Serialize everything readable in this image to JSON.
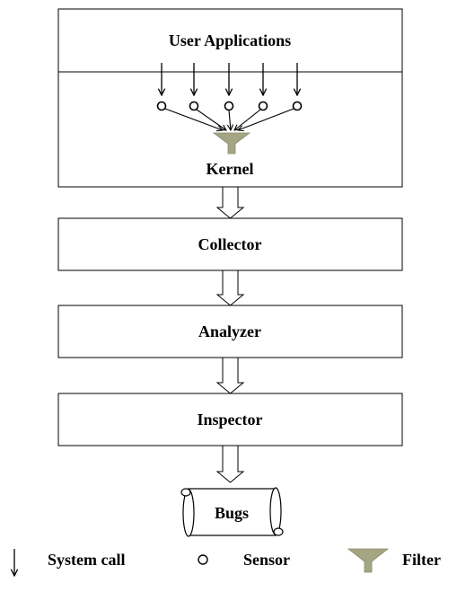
{
  "diagram": {
    "user_apps_label": "User Applications",
    "kernel_label": "Kernel",
    "collector_label": "Collector",
    "analyzer_label": "Analyzer",
    "inspector_label": "Inspector",
    "bugs_label": "Bugs"
  },
  "legend": {
    "syscall_label": "System call",
    "sensor_label": "Sensor",
    "filter_label": "Filter"
  },
  "colors": {
    "stroke": "#000000",
    "filter": "#a3a583"
  },
  "icons": [
    "down-arrow-icon",
    "sensor-circle-icon",
    "filter-funnel-icon",
    "hollow-down-arrow-icon",
    "scroll-icon"
  ]
}
